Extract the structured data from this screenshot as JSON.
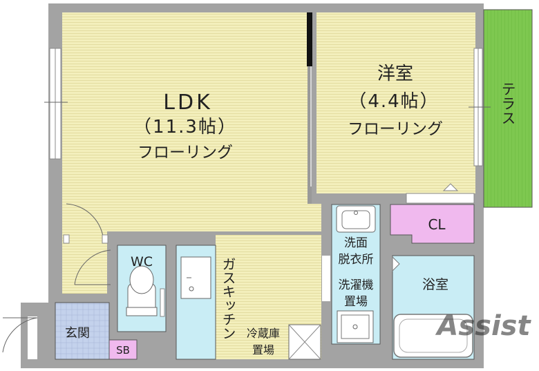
{
  "rooms": {
    "ldk": {
      "name": "LDK",
      "size": "（11.3帖）",
      "floor": "フローリング"
    },
    "western": {
      "name": "洋室",
      "size": "（4.4帖）",
      "floor": "フローリング"
    },
    "terrace": {
      "name": "テラス"
    },
    "closet": {
      "name": "CL"
    },
    "wc": {
      "name": "WC"
    },
    "kitchen": {
      "name": "ガスキッチン"
    },
    "fridge": {
      "line1": "冷蔵庫",
      "line2": "置場"
    },
    "washroom": {
      "line1": "洗面",
      "line2": "脱衣所"
    },
    "laundry": {
      "line1": "洗濯機",
      "line2": "置場"
    },
    "bath": {
      "name": "浴室"
    },
    "entrance": {
      "name": "玄関"
    },
    "shoebox": {
      "name": "SB"
    }
  },
  "watermark": {
    "text": "Assist"
  },
  "colors": {
    "wall": "#9a9a9a",
    "floor": "#f2eeb8",
    "terrace": "#7dc850",
    "closet": "#f0b8ee",
    "wet": "#c8ecf4",
    "entrance": "#c0cfea"
  }
}
